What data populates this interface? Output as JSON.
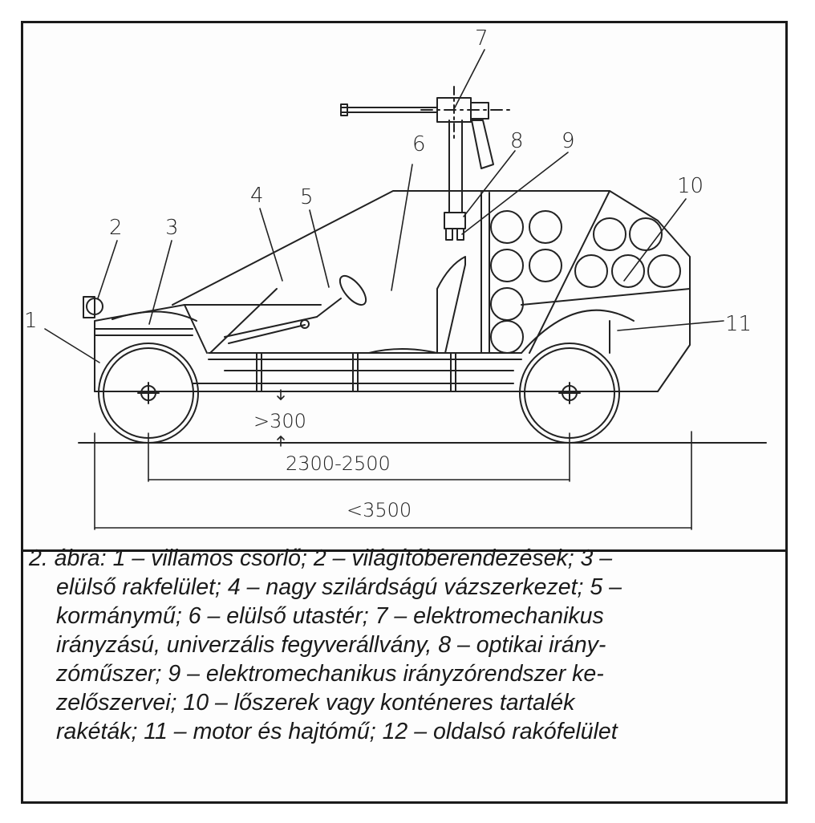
{
  "figure": {
    "callouts": [
      "1",
      "2",
      "3",
      "4",
      "5",
      "6",
      "7",
      "8",
      "9",
      "10",
      "11"
    ],
    "dimensions": {
      "ground_clearance": ">300",
      "wheelbase": "2300-2500",
      "overall_length": "<3500"
    }
  },
  "caption": {
    "lines": [
      "2. ábra: 1 – villamos csörlő; 2 – világítóberendezések; 3 –",
      "elülső rakfelület; 4 – nagy szilárdságú vázszerkezet; 5 –",
      "kormánymű; 6 – elülső utastér; 7 – elektromechanikus",
      "irányzású, univerzális fegyverállvány, 8 – optikai irány-",
      "zóműszer; 9 – elektromechanikus irányzórendszer ke-",
      "zelőszervei; 10 – lőszerek vagy konténeres tartalék",
      "rakéták; 11 – motor és hajtómű; 12 – oldalsó rakófelület"
    ]
  }
}
